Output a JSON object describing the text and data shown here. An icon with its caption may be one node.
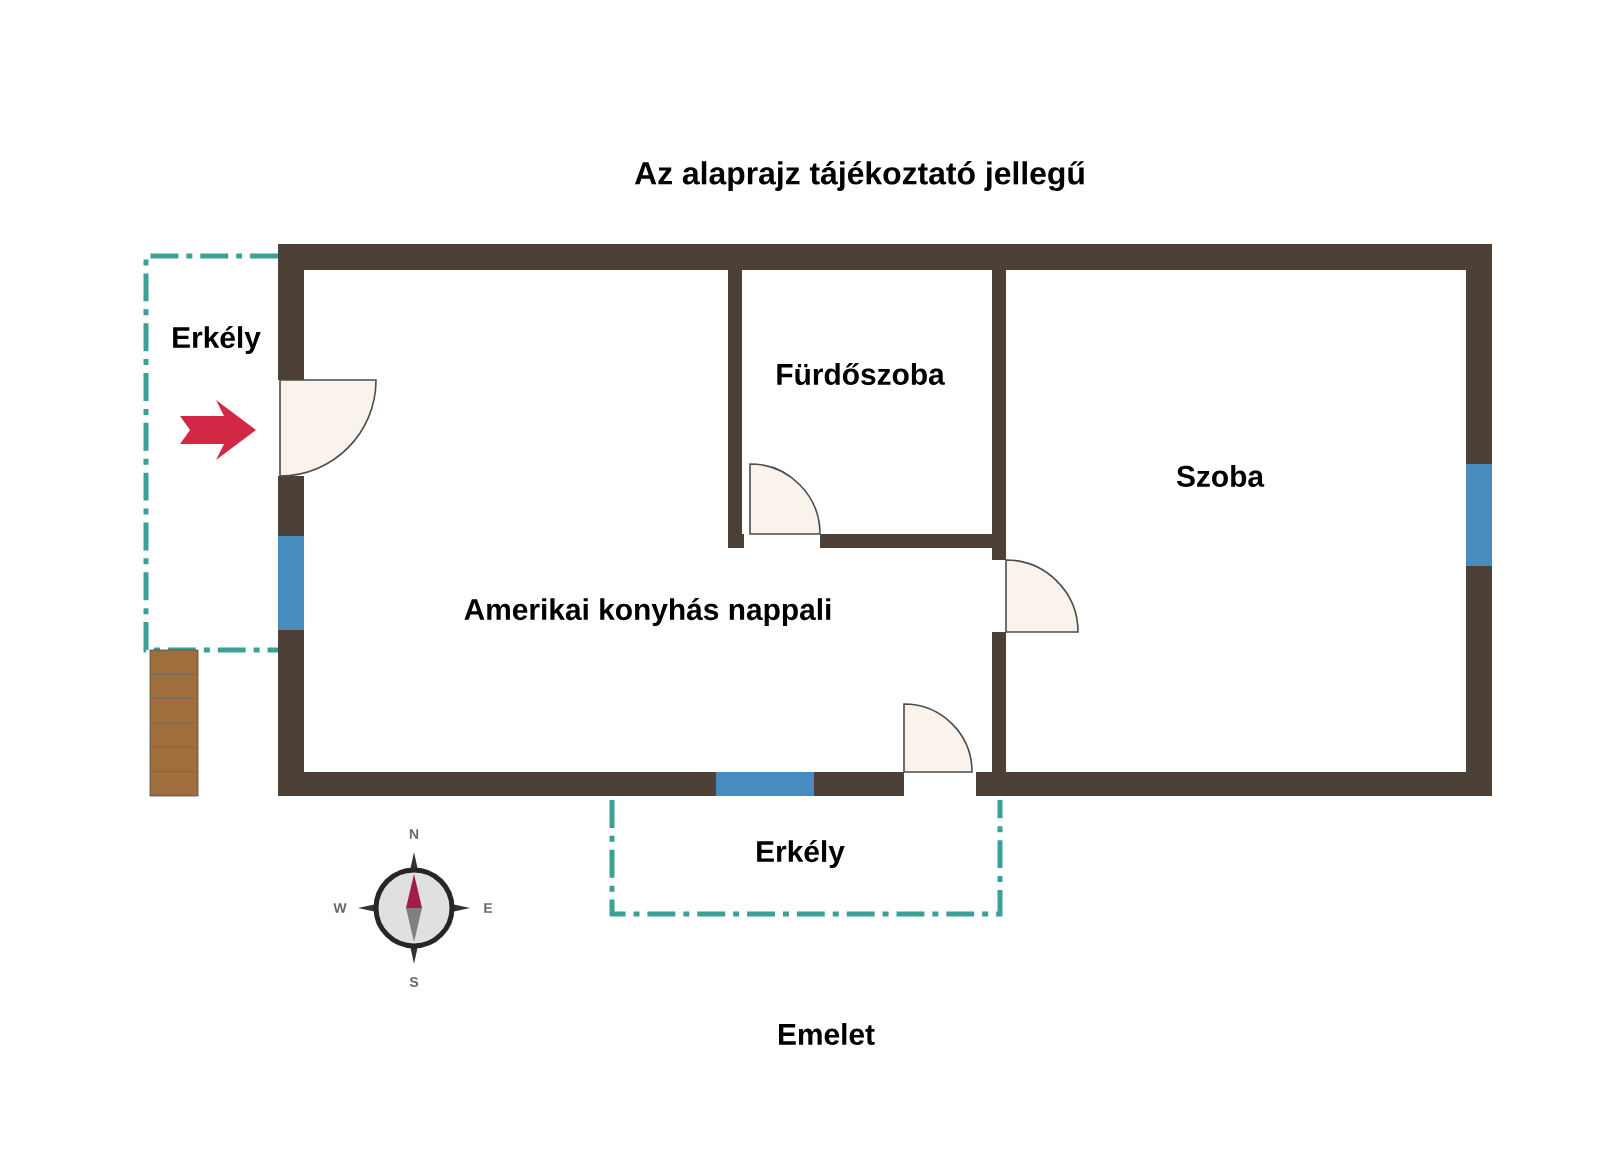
{
  "diagram": {
    "title": "Az alaprajz tájékoztató jellegű",
    "caption": "Emelet",
    "nodes": [
      {
        "text": [
          "Erkély"
        ]
      },
      {
        "text": [
          "Fürdőszoba"
        ]
      },
      {
        "text": [
          "Szoba"
        ]
      },
      {
        "text": [
          "Amerikai konyhás nappali"
        ]
      },
      {
        "text": [
          "Erkély"
        ]
      }
    ],
    "labels": [
      "N",
      "W",
      "E",
      "S"
    ]
  }
}
